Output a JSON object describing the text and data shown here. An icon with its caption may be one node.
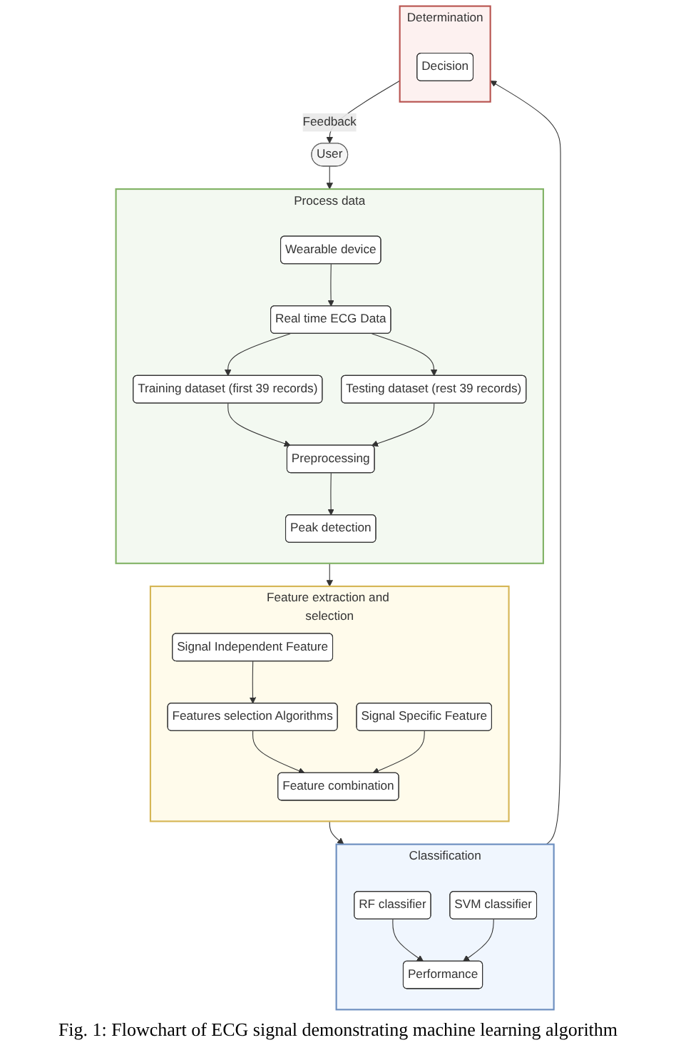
{
  "diagram": {
    "caption": "Fig. 1: Flowchart of ECG signal demonstrating machine learning algorithm",
    "nodes": [
      {
        "text": [
          "User"
        ]
      },
      {
        "text": [
          "Process data"
        ]
      },
      {
        "text": [
          "Wearable device"
        ],
        "in": 1
      },
      {
        "text": [
          "Real time ECG Data"
        ],
        "in": 1
      },
      {
        "text": [
          "Training dataset (first 39 records)"
        ],
        "in": 1
      },
      {
        "text": [
          "Testing dataset (rest 39 records)"
        ],
        "in": 1
      },
      {
        "text": [
          "Preprocessing"
        ],
        "in": 1
      },
      {
        "text": [
          "Peak detection"
        ],
        "in": 1
      },
      {
        "text": [
          "Feature extraction and selection"
        ]
      },
      {
        "text": [
          "Signal Independent Feature"
        ],
        "in": 8
      },
      {
        "text": [
          "Signal Specific Feature"
        ],
        "in": 8
      },
      {
        "text": [
          "Features selection Algorithms"
        ],
        "in": 8
      },
      {
        "text": [
          "Feature combination"
        ],
        "in": 8
      },
      {
        "text": [
          "Classification"
        ]
      },
      {
        "text": [
          "RF classifier"
        ],
        "in": 13
      },
      {
        "text": [
          "SVM classifier"
        ],
        "in": 13
      },
      {
        "text": [
          "Performance"
        ],
        "in": 13
      },
      {
        "text": [
          "Determination"
        ]
      },
      {
        "text": [
          "Decision"
        ],
        "in": 17
      }
    ],
    "edges": [
      {
        "from": 0,
        "to": 1,
        "arrow": "to"
      },
      {
        "from": 2,
        "to": 3,
        "arrow": "to"
      },
      {
        "from": 3,
        "to": 4,
        "arrow": "to"
      },
      {
        "from": 3,
        "to": 5,
        "arrow": "to"
      },
      {
        "from": 4,
        "to": 6,
        "arrow": "to"
      },
      {
        "from": 5,
        "to": 6,
        "arrow": "to"
      },
      {
        "from": 6,
        "to": 7,
        "arrow": "to"
      },
      {
        "from": 1,
        "to": 8,
        "arrow": "to"
      },
      {
        "from": 9,
        "to": 11,
        "arrow": "to"
      },
      {
        "from": 11,
        "to": 12,
        "arrow": "to"
      },
      {
        "from": 10,
        "to": 12,
        "arrow": "to"
      },
      {
        "from": 8,
        "to": 13,
        "arrow": "to"
      },
      {
        "from": 14,
        "to": 16,
        "arrow": "to"
      },
      {
        "from": 15,
        "to": 16,
        "arrow": "to"
      },
      {
        "from": 13,
        "to": 17,
        "arrow": "to"
      },
      {
        "from": 17,
        "to": 0,
        "arrow": "to",
        "label": "Feedback"
      }
    ]
  }
}
